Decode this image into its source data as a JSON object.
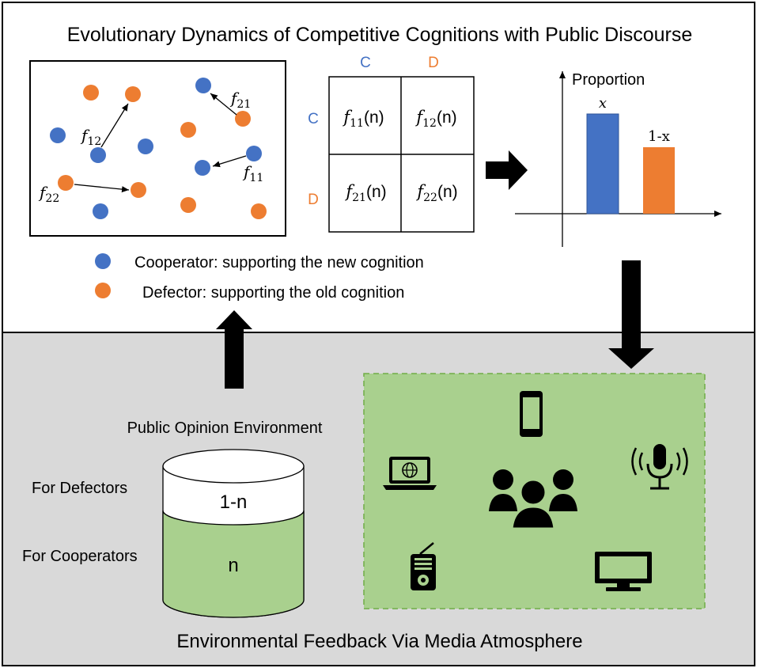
{
  "title": "Evolutionary Dynamics of Competitive Cognitions with Public Discourse",
  "network": {
    "labels": {
      "f12": "f",
      "f12_sub": "12",
      "f21": "f",
      "f21_sub": "21",
      "f11": "f",
      "f11_sub": "11",
      "f22": "f",
      "f22_sub": "22"
    }
  },
  "matrix": {
    "col_headers": [
      "C",
      "D"
    ],
    "row_headers": [
      "C",
      "D"
    ],
    "cells": [
      {
        "f": "f",
        "sub": "11",
        "arg": "(n)"
      },
      {
        "f": "f",
        "sub": "12",
        "arg": "(n)"
      },
      {
        "f": "f",
        "sub": "21",
        "arg": "(n)"
      },
      {
        "f": "f",
        "sub": "22",
        "arg": "(n)"
      }
    ]
  },
  "proportion_chart": {
    "ylabel": "Proportion",
    "bars": [
      {
        "label": "x",
        "value": 0.6,
        "color": "#4472c4"
      },
      {
        "label": "1-x",
        "value": 0.4,
        "color": "#ed7d31"
      }
    ]
  },
  "legend": {
    "cooperator": "Cooperator: supporting the new cognition",
    "defector": "Defector: supporting the old cognition"
  },
  "environment": {
    "title": "Public Opinion Environment",
    "for_defectors": "For Defectors",
    "for_cooperators": "For Cooperators",
    "top_value": "1-n",
    "bottom_value": "n"
  },
  "footer": "Environmental Feedback Via Media Atmosphere",
  "colors": {
    "cooperator": "#4472c4",
    "defector": "#ed7d31",
    "media_bg": "#a9d08e",
    "bottom_bg": "#d9d9d9"
  },
  "media_icons": [
    "smartphone-icon",
    "laptop-globe-icon",
    "people-group-icon",
    "microphone-broadcast-icon",
    "radio-icon",
    "monitor-icon"
  ]
}
